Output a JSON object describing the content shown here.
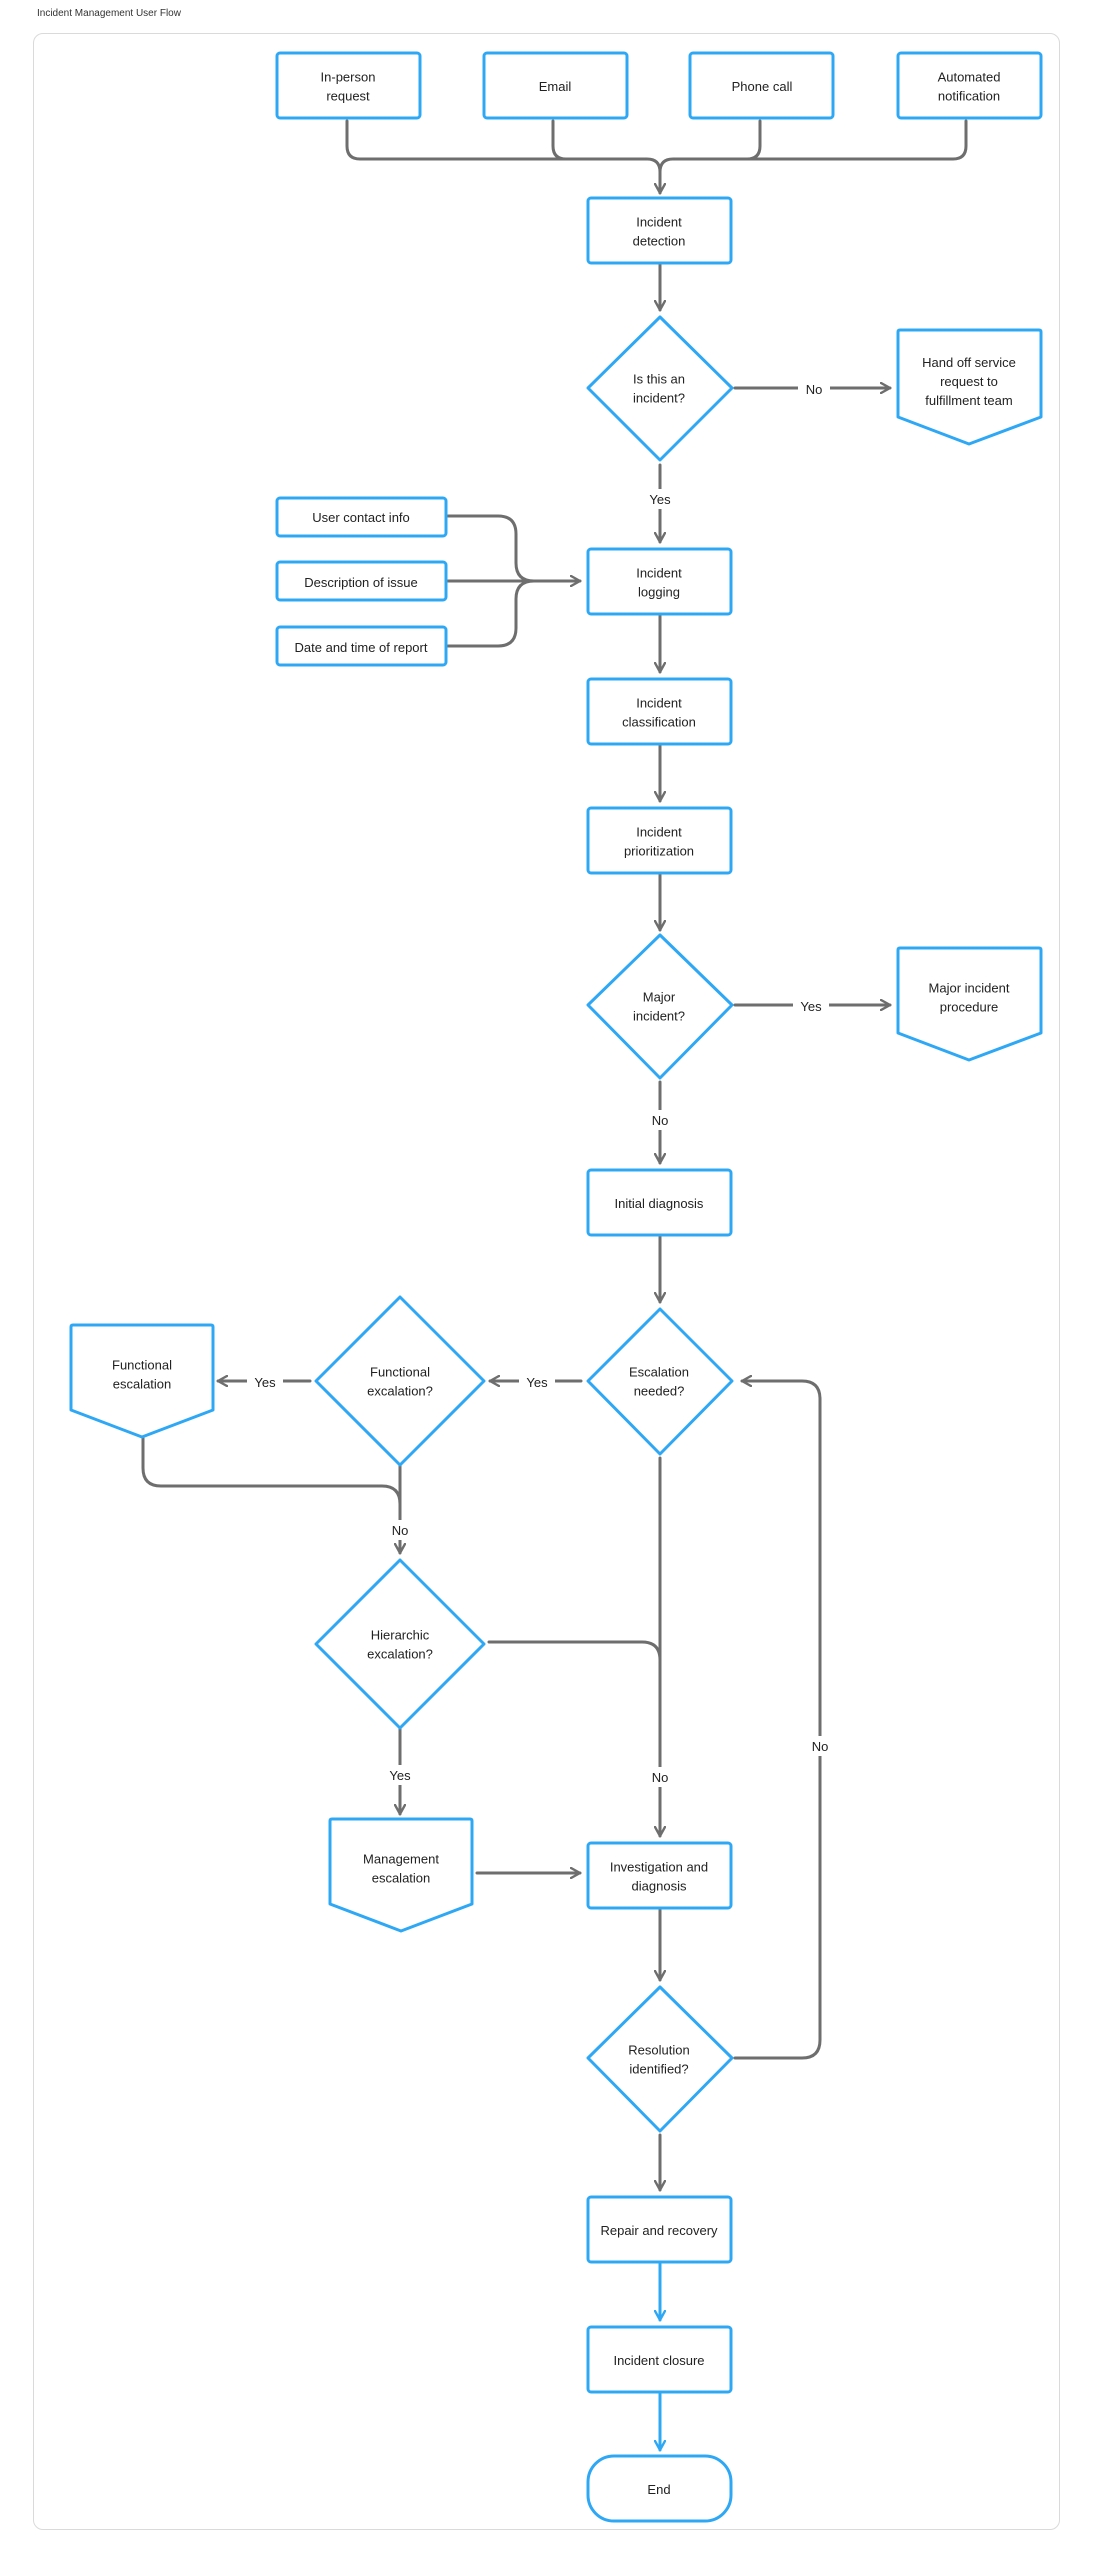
{
  "page_title": "Incident Management User Flow",
  "colors": {
    "node_stroke": "#2ea8f5",
    "edge": "#6e6e6e",
    "edge_final": "#2ea8f5",
    "frame": "#dadada"
  },
  "nodes": {
    "in_person": "In-person\nrequest",
    "email": "Email",
    "phone_call": "Phone call",
    "automated": "Automated\nnotification",
    "detection": "Incident\ndetection",
    "is_incident": "Is this an\nincident?",
    "handoff": "Hand off service\nrequest to\nfulfillment team",
    "contact_info": "User contact info",
    "description": "Description of issue",
    "date_time": "Date and time of report",
    "logging": "Incident\nlogging",
    "classification": "Incident\nclassification",
    "prioritization": "Incident\nprioritization",
    "major_q": "Major\nincident?",
    "major_proc": "Major incident\nprocedure",
    "initial_diag": "Initial diagnosis",
    "escalation_q": "Escalation\nneeded?",
    "functional_q": "Functional\nexcalation?",
    "functional_esc": "Functional\nescalation",
    "hierarchic_q": "Hierarchic\nexcalation?",
    "mgmt_esc": "Management\nescalation",
    "investigation": "Investigation and\ndiagnosis",
    "resolution_q": "Resolution\nidentified?",
    "repair": "Repair and recovery",
    "closure": "Incident closure",
    "end": "End"
  },
  "edge_labels": {
    "no_handoff": "No",
    "yes_logging": "Yes",
    "yes_major": "Yes",
    "no_major": "No",
    "yes_escalation": "Yes",
    "yes_functional": "Yes",
    "no_functional": "No",
    "yes_hierarchic": "Yes",
    "no_hierarchic": "No",
    "no_resolution": "No"
  }
}
